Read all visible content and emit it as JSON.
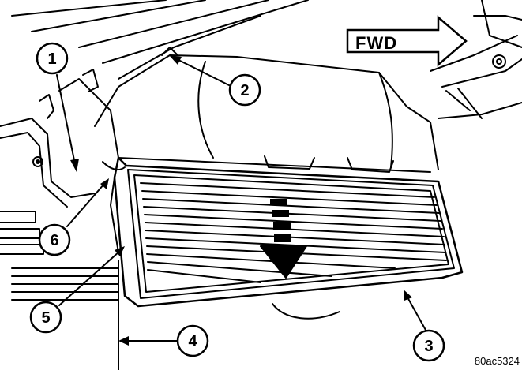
{
  "direction_label": "FWD",
  "figure_id": "80ac5324",
  "callouts": [
    {
      "id": "1",
      "label": "1"
    },
    {
      "id": "2",
      "label": "2"
    },
    {
      "id": "3",
      "label": "3"
    },
    {
      "id": "4",
      "label": "4"
    },
    {
      "id": "5",
      "label": "5"
    },
    {
      "id": "6",
      "label": "6"
    }
  ],
  "colors": {
    "line": "#000000",
    "background": "#ffffff"
  }
}
